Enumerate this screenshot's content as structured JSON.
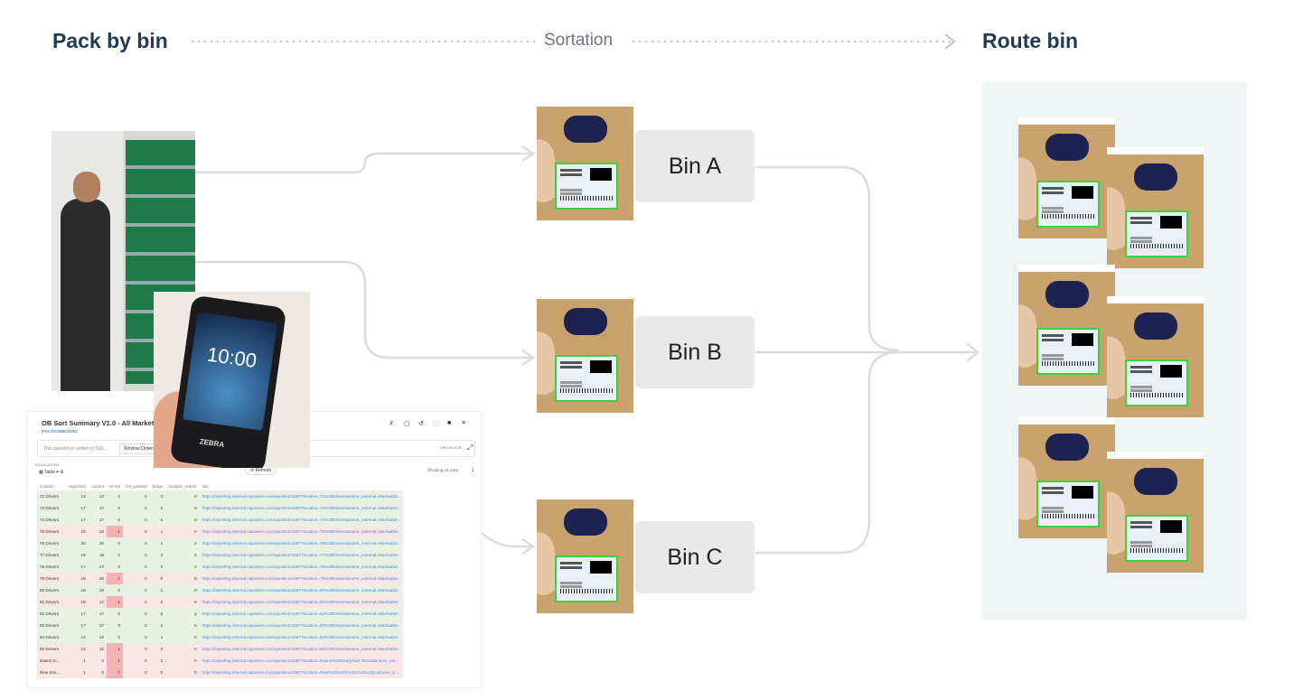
{
  "header": {
    "left": "Pack by bin",
    "middle": "Sortation",
    "right": "Route bin"
  },
  "bins": [
    {
      "label": "Bin A"
    },
    {
      "label": "Bin B"
    },
    {
      "label": "Bin C"
    }
  ],
  "colors": {
    "heading": "#1f3a52",
    "connector": "#d9dddc",
    "route_panel": "#eff4f4",
    "label_border": "#39d33c",
    "ok_row": "#e9f1e4",
    "error_row": "#fbe6e6",
    "error_cell": "#f3b3b3"
  },
  "phone": {
    "time": "10:00",
    "brand": "ZEBRA"
  },
  "report": {
    "title": "OB Sort Summary V1.0 - All Markets",
    "collection": "PSA DASHBOARD",
    "sql_note": "This question is written in SQL.",
    "database": "Window Orders",
    "open_editor": "OPEN EDITOR",
    "visualization_label": "VISUALIZATION",
    "viz_type": "Table",
    "refresh": "Refresh",
    "row_count": "Showing 16 rows",
    "columns": [
      "location",
      "expected",
      "current",
      "errors",
      "not_packed",
      "fridge",
      "multiple_orders",
      "link"
    ],
    "rows": [
      [
        "72 Drivers",
        13,
        13,
        0,
        0,
        2,
        0,
        "https://reporting.internal.capsulerx.com/question/4397?location=72%20Drivers&name_external=Manhattan"
      ],
      [
        "73 Drivers",
        17,
        17,
        0,
        0,
        0,
        0,
        "https://reporting.internal.capsulerx.com/question/4397?location=73%20Drivers&name_external=Manhattan"
      ],
      [
        "74 Drivers",
        17,
        17,
        0,
        0,
        0,
        0,
        "https://reporting.internal.capsulerx.com/question/4397?location=74%20Drivers&name_external=Manhattan"
      ],
      [
        "75 Drivers",
        19,
        18,
        1,
        0,
        1,
        0,
        "https://reporting.internal.capsulerx.com/question/4397?location=75%20Drivers&name_external=Manhattan"
      ],
      [
        "76 Drivers",
        20,
        20,
        0,
        0,
        1,
        2,
        "https://reporting.internal.capsulerx.com/question/4397?location=76%20Drivers&name_external=Manhattan"
      ],
      [
        "77 Drivers",
        19,
        19,
        0,
        0,
        0,
        4,
        "https://reporting.internal.capsulerx.com/question/4397?location=77%20Drivers&name_external=Manhattan"
      ],
      [
        "78 Drivers",
        17,
        17,
        0,
        0,
        0,
        2,
        "https://reporting.internal.capsulerx.com/question/4397?location=78%20Drivers&name_external=Manhattan"
      ],
      [
        "79 Drivers",
        18,
        16,
        1,
        0,
        0,
        0,
        "https://reporting.internal.capsulerx.com/question/4397?location=79%20Drivers&name_external=Manhattan"
      ],
      [
        "80 Drivers",
        18,
        18,
        0,
        0,
        1,
        0,
        "https://reporting.internal.capsulerx.com/question/4397?location=80%20Drivers&name_external=Manhattan"
      ],
      [
        "81 Drivers",
        18,
        17,
        1,
        0,
        0,
        0,
        "https://reporting.internal.capsulerx.com/question/4397?location=81%20Drivers&name_external=Manhattan"
      ],
      [
        "82 Drivers",
        17,
        17,
        0,
        0,
        0,
        2,
        "https://reporting.internal.capsulerx.com/question/4397?location=82%20Drivers&name_external=Manhattan"
      ],
      [
        "83 Drivers",
        17,
        17,
        0,
        0,
        1,
        0,
        "https://reporting.internal.capsulerx.com/question/4397?location=83%20Drivers&name_external=Manhattan"
      ],
      [
        "84 Drivers",
        12,
        12,
        0,
        0,
        1,
        0,
        "https://reporting.internal.capsulerx.com/question/4397?location=84%20Drivers&name_external=Manhattan"
      ],
      [
        "85 Drivers",
        13,
        12,
        1,
        0,
        0,
        0,
        "https://reporting.internal.capsulerx.com/question/4397?location=85%20Drivers&name_external=Manhattan"
      ],
      [
        "Dason G...",
        1,
        0,
        1,
        0,
        1,
        0,
        "https://reporting.internal.capsulerx.com/question/4397?location=Dason%20Geary%20-Woodo&name_ext..."
      ],
      [
        "Rise Smi...",
        1,
        0,
        1,
        0,
        0,
        0,
        "https://reporting.internal.capsulerx.com/question/4397?location=Rise%20Smith%202%20A3QA&name_ex..."
      ]
    ]
  }
}
